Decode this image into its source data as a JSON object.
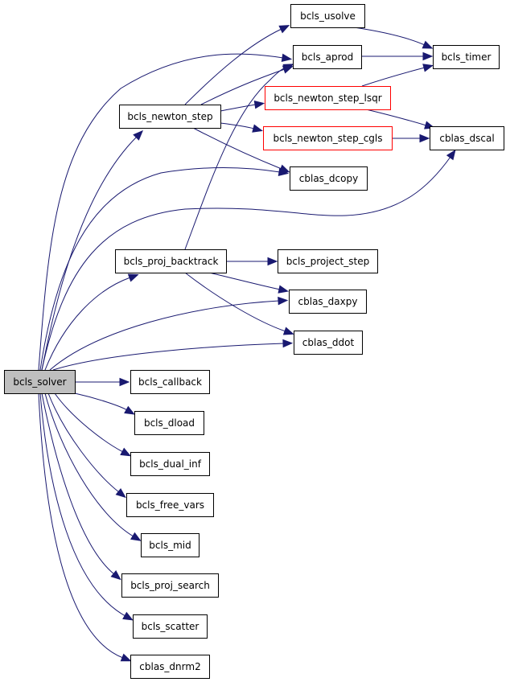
{
  "graph": {
    "colors": {
      "edge": "#191970",
      "node_border": "#000000",
      "node_border_incomplete": "#ff0000",
      "root_fill": "#bfbfbf",
      "node_fill": "#ffffff"
    },
    "nodes": {
      "bcls_solver": {
        "label": "bcls_solver",
        "style": "root"
      },
      "bcls_newton_step": {
        "label": "bcls_newton_step",
        "style": "normal"
      },
      "bcls_proj_backtrack": {
        "label": "bcls_proj_backtrack",
        "style": "normal"
      },
      "bcls_usolve": {
        "label": "bcls_usolve",
        "style": "normal"
      },
      "bcls_aprod": {
        "label": "bcls_aprod",
        "style": "normal"
      },
      "bcls_timer": {
        "label": "bcls_timer",
        "style": "normal"
      },
      "bcls_newton_step_lsqr": {
        "label": "bcls_newton_step_lsqr",
        "style": "incomplete"
      },
      "bcls_newton_step_cgls": {
        "label": "bcls_newton_step_cgls",
        "style": "incomplete"
      },
      "cblas_dscal": {
        "label": "cblas_dscal",
        "style": "normal"
      },
      "cblas_dcopy": {
        "label": "cblas_dcopy",
        "style": "normal"
      },
      "bcls_project_step": {
        "label": "bcls_project_step",
        "style": "normal"
      },
      "cblas_daxpy": {
        "label": "cblas_daxpy",
        "style": "normal"
      },
      "cblas_ddot": {
        "label": "cblas_ddot",
        "style": "normal"
      },
      "bcls_callback": {
        "label": "bcls_callback",
        "style": "normal"
      },
      "bcls_dload": {
        "label": "bcls_dload",
        "style": "normal"
      },
      "bcls_dual_inf": {
        "label": "bcls_dual_inf",
        "style": "normal"
      },
      "bcls_free_vars": {
        "label": "bcls_free_vars",
        "style": "normal"
      },
      "bcls_mid": {
        "label": "bcls_mid",
        "style": "normal"
      },
      "bcls_proj_search": {
        "label": "bcls_proj_search",
        "style": "normal"
      },
      "bcls_scatter": {
        "label": "bcls_scatter",
        "style": "normal"
      },
      "cblas_dnrm2": {
        "label": "cblas_dnrm2",
        "style": "normal"
      }
    },
    "edges": [
      {
        "from": "bcls_solver",
        "to": "bcls_newton_step"
      },
      {
        "from": "bcls_solver",
        "to": "bcls_aprod"
      },
      {
        "from": "bcls_solver",
        "to": "cblas_dcopy"
      },
      {
        "from": "bcls_solver",
        "to": "cblas_dscal"
      },
      {
        "from": "bcls_solver",
        "to": "bcls_proj_backtrack"
      },
      {
        "from": "bcls_solver",
        "to": "cblas_daxpy"
      },
      {
        "from": "bcls_solver",
        "to": "cblas_ddot"
      },
      {
        "from": "bcls_solver",
        "to": "bcls_callback"
      },
      {
        "from": "bcls_solver",
        "to": "bcls_dload"
      },
      {
        "from": "bcls_solver",
        "to": "bcls_dual_inf"
      },
      {
        "from": "bcls_solver",
        "to": "bcls_free_vars"
      },
      {
        "from": "bcls_solver",
        "to": "bcls_mid"
      },
      {
        "from": "bcls_solver",
        "to": "bcls_proj_search"
      },
      {
        "from": "bcls_solver",
        "to": "bcls_scatter"
      },
      {
        "from": "bcls_solver",
        "to": "cblas_dnrm2"
      },
      {
        "from": "bcls_newton_step",
        "to": "bcls_usolve"
      },
      {
        "from": "bcls_newton_step",
        "to": "bcls_aprod"
      },
      {
        "from": "bcls_newton_step",
        "to": "bcls_newton_step_lsqr"
      },
      {
        "from": "bcls_newton_step",
        "to": "bcls_newton_step_cgls"
      },
      {
        "from": "bcls_newton_step",
        "to": "cblas_dcopy"
      },
      {
        "from": "bcls_proj_backtrack",
        "to": "bcls_aprod"
      },
      {
        "from": "bcls_proj_backtrack",
        "to": "bcls_project_step"
      },
      {
        "from": "bcls_proj_backtrack",
        "to": "cblas_daxpy"
      },
      {
        "from": "bcls_proj_backtrack",
        "to": "cblas_ddot"
      },
      {
        "from": "bcls_usolve",
        "to": "bcls_timer"
      },
      {
        "from": "bcls_aprod",
        "to": "bcls_timer"
      },
      {
        "from": "bcls_newton_step_lsqr",
        "to": "bcls_timer"
      },
      {
        "from": "bcls_newton_step_lsqr",
        "to": "cblas_dscal"
      },
      {
        "from": "bcls_newton_step_cgls",
        "to": "cblas_dscal"
      }
    ]
  }
}
